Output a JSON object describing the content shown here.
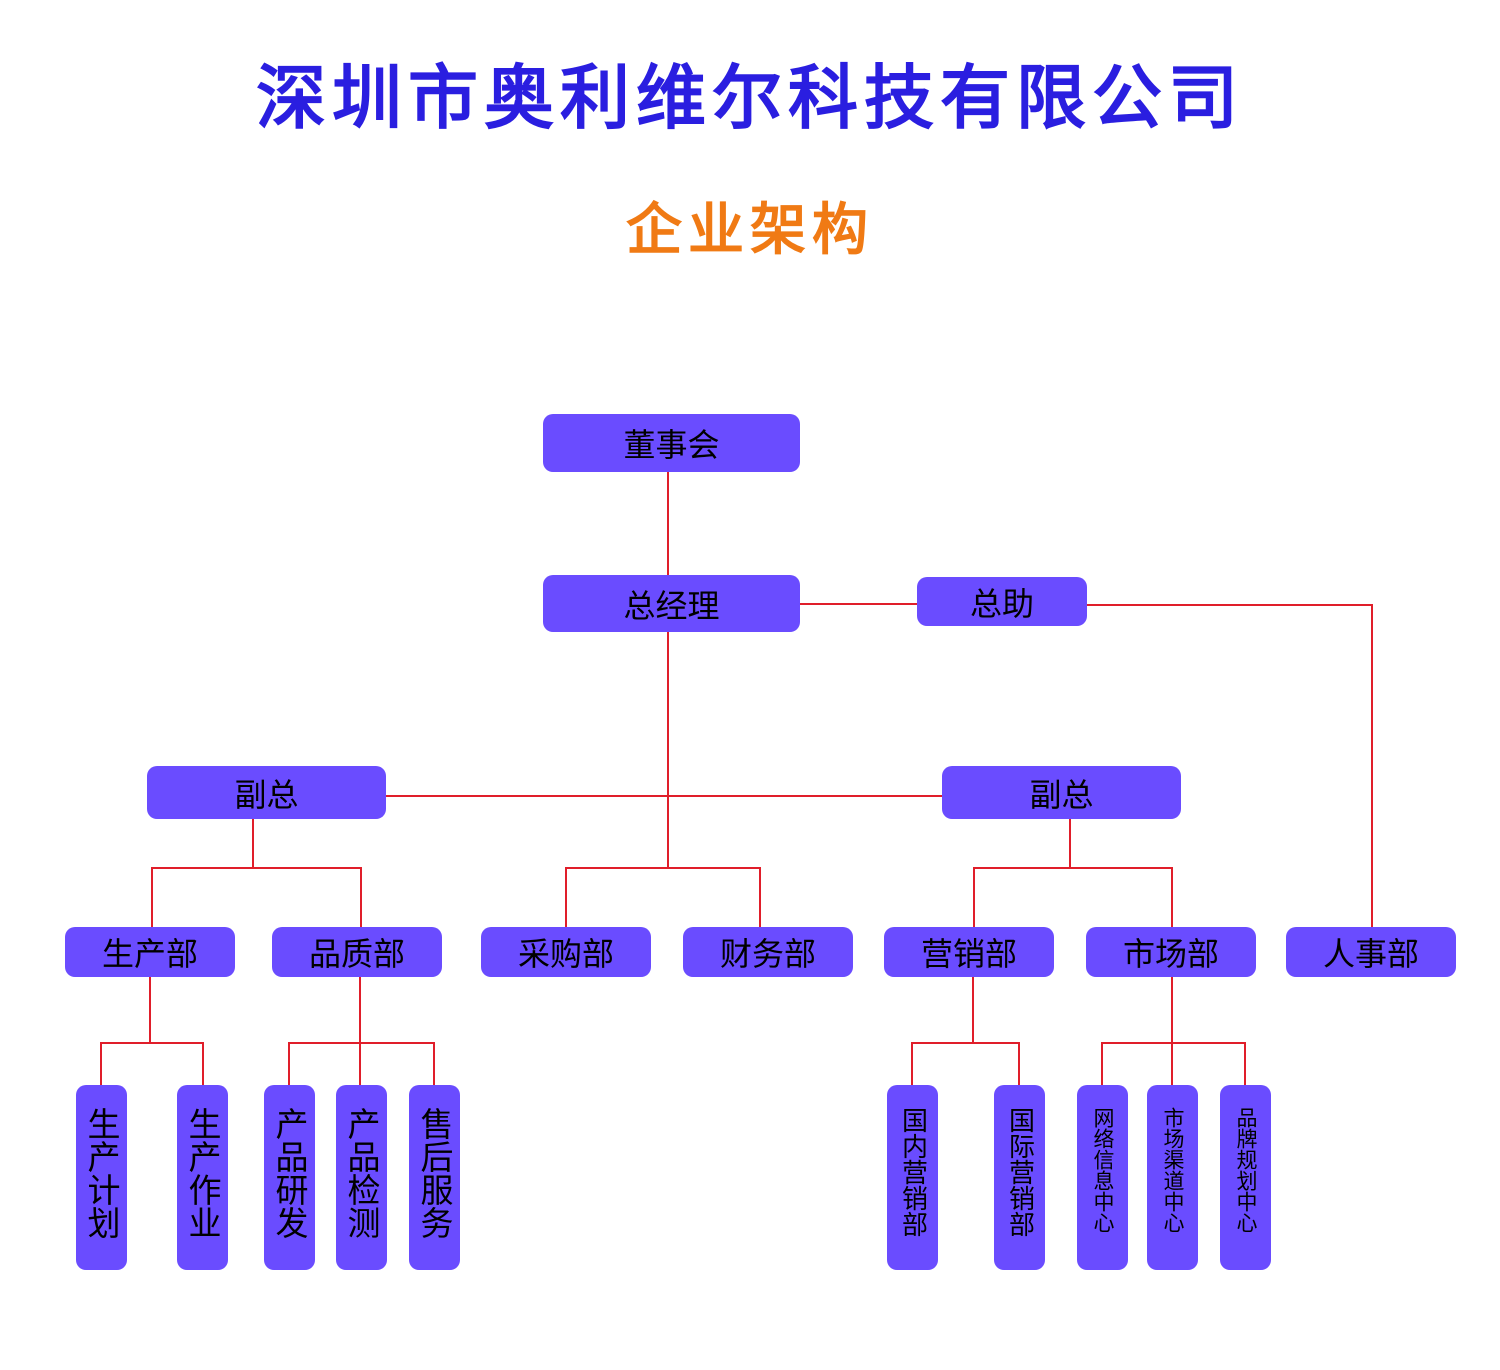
{
  "title": "深圳市奥利维尔科技有限公司",
  "subtitle": "企业架构",
  "colors": {
    "title": "#2a1ee0",
    "subtitle": "#f07a14",
    "box": "#6a4cff",
    "line": "#e01e2a"
  },
  "nodes": {
    "board": "董事会",
    "gm": "总经理",
    "assistant": "总助",
    "vp_left": "副总",
    "vp_right": "副总",
    "production": "生产部",
    "quality": "品质部",
    "purchasing": "采购部",
    "finance": "财务部",
    "sales": "营销部",
    "marketing": "市场部",
    "hr": "人事部",
    "prod_plan": "生产计划",
    "prod_ops": "生产作业",
    "rnd": "产品研发",
    "inspection": "产品检测",
    "after_sales": "售后服务",
    "domestic_sales": "国内营销部",
    "intl_sales": "国际营销部",
    "online_info": "网络信息中心",
    "channel": "市场渠道中心",
    "brand": "品牌规划中心"
  }
}
